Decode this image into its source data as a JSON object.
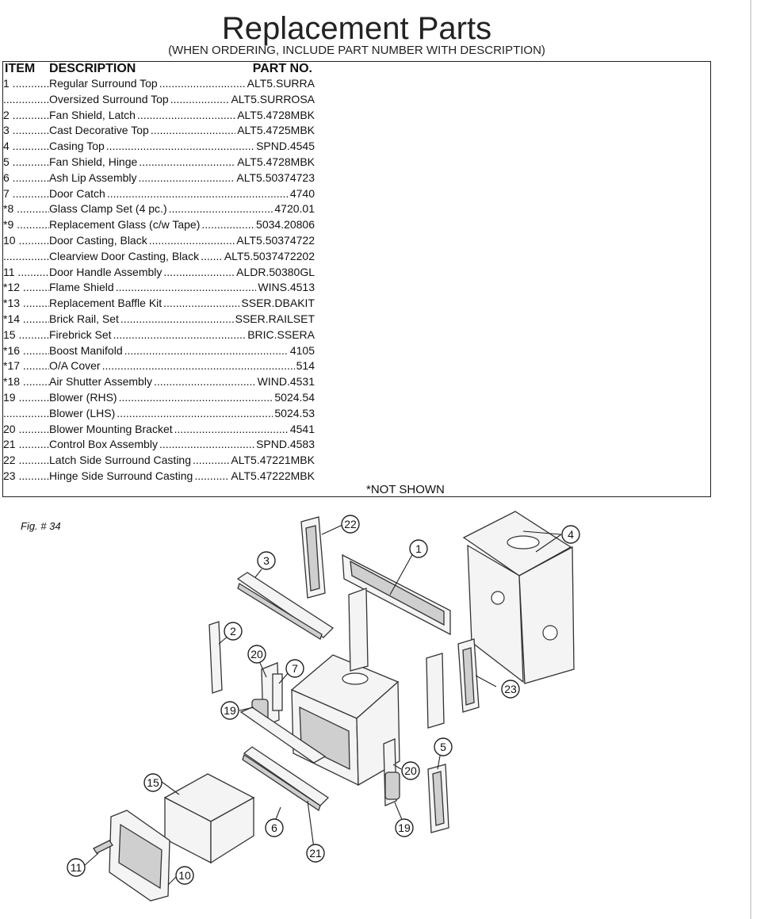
{
  "page": {
    "title": "Replacement Parts",
    "subtitle": "(WHEN ORDERING, INCLUDE PART NUMBER WITH DESCRIPTION)",
    "note": "*NOT SHOWN",
    "figure_label": "Fig. # 34"
  },
  "table": {
    "headers": {
      "item": "ITEM",
      "description": "DESCRIPTION",
      "part_no": "PART NO."
    },
    "rows": [
      {
        "item": "1",
        "description": "Regular Surround Top",
        "part": "ALT5.SURRA"
      },
      {
        "item": "",
        "description": "Oversized Surround Top",
        "part": "ALT5.SURROSA"
      },
      {
        "item": "2",
        "description": "Fan Shield, Latch",
        "part": "ALT5.4728MBK"
      },
      {
        "item": "3",
        "description": "Cast Decorative Top",
        "part": "ALT5.4725MBK"
      },
      {
        "item": "4",
        "description": "Casing Top",
        "part": "SPND.4545"
      },
      {
        "item": "5",
        "description": "Fan Shield, Hinge",
        "part": "ALT5.4728MBK"
      },
      {
        "item": "6",
        "description": "Ash Lip Assembly",
        "part": "ALT5.50374723"
      },
      {
        "item": "7",
        "description": "Door Catch",
        "part": "4740"
      },
      {
        "item": "*8",
        "description": "Glass Clamp Set  (4 pc.)",
        "part": "4720.01"
      },
      {
        "item": "*9",
        "description": "Replacement Glass  (c/w Tape)",
        "part": "5034.20806"
      },
      {
        "item": "10",
        "description": "Door Casting, Black",
        "part": "ALT5.50374722"
      },
      {
        "item": "",
        "description": "Clearview Door Casting, Black",
        "part": "ALT5.5037472202"
      },
      {
        "item": "11",
        "description": "Door Handle Assembly",
        "part": "ALDR.50380GL"
      },
      {
        "item": "*12",
        "description": "Flame Shield",
        "part": "WINS.4513"
      },
      {
        "item": "*13",
        "description": "Replacement Baffle Kit",
        "part": "SSER.DBAKIT"
      },
      {
        "item": "*14",
        "description": "Brick Rail, Set",
        "part": "SSER.RAILSET"
      },
      {
        "item": "15",
        "description": "Firebrick Set",
        "part": "BRIC.SSERA"
      },
      {
        "item": "*16",
        "description": "Boost Manifold",
        "part": "4105"
      },
      {
        "item": "*17",
        "description": "O/A Cover",
        "part": "514"
      },
      {
        "item": "*18",
        "description": "Air Shutter Assembly",
        "part": "WIND.4531"
      },
      {
        "item": "19",
        "description": "Blower (RHS)",
        "part": "5024.54"
      },
      {
        "item": "",
        "description": "Blower (LHS)",
        "part": "5024.53"
      },
      {
        "item": "20",
        "description": "Blower Mounting Bracket",
        "part": "4541"
      },
      {
        "item": "21",
        "description": "Control Box Assembly",
        "part": "SPND.4583"
      },
      {
        "item": "22",
        "description": "Latch Side Surround Casting",
        "part": "ALT5.47221MBK"
      },
      {
        "item": "23",
        "description": "Hinge Side Surround Casting",
        "part": "ALT5.47222MBK"
      }
    ]
  },
  "diagram": {
    "callouts": [
      "22",
      "1",
      "4",
      "3",
      "2",
      "20",
      "7",
      "19",
      "23",
      "5",
      "20",
      "15",
      "6",
      "19",
      "11",
      "21",
      "10"
    ]
  }
}
